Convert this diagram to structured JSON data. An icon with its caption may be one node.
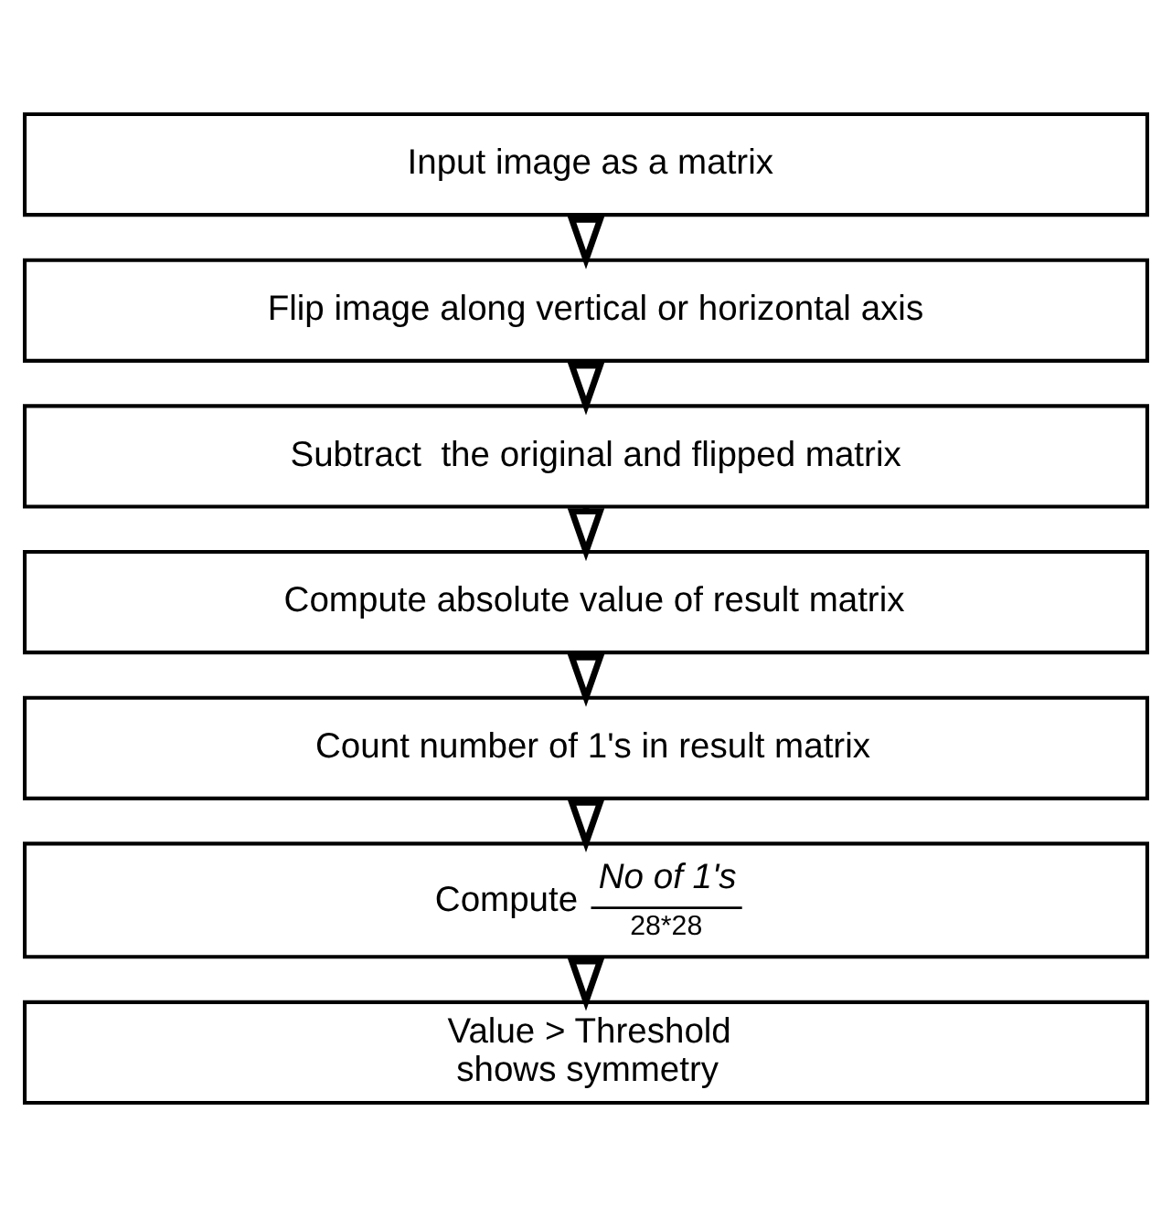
{
  "diagram": {
    "nodes": [
      {
        "text": [
          "Input image as a matrix"
        ]
      },
      {
        "text": [
          "Flip image along vertical or horizontal axis"
        ]
      },
      {
        "text": [
          "Subtract  the original and flipped matrix"
        ]
      },
      {
        "text": [
          "Compute absolute value of result matrix"
        ]
      },
      {
        "text": [
          "Count number of 1's in result matrix"
        ]
      },
      {
        "text": [
          "Compute",
          "No of 1's",
          "28*28"
        ]
      },
      {
        "text": [
          "Value > Threshold",
          "shows symmetry"
        ]
      }
    ],
    "edges": [
      {
        "from": 0,
        "to": 1,
        "arrow": "to"
      },
      {
        "from": 1,
        "to": 2,
        "arrow": "to"
      },
      {
        "from": 2,
        "to": 3,
        "arrow": "to"
      },
      {
        "from": 3,
        "to": 4,
        "arrow": "to"
      },
      {
        "from": 4,
        "to": 5,
        "arrow": "to"
      },
      {
        "from": 5,
        "to": 6,
        "arrow": "to"
      }
    ]
  }
}
